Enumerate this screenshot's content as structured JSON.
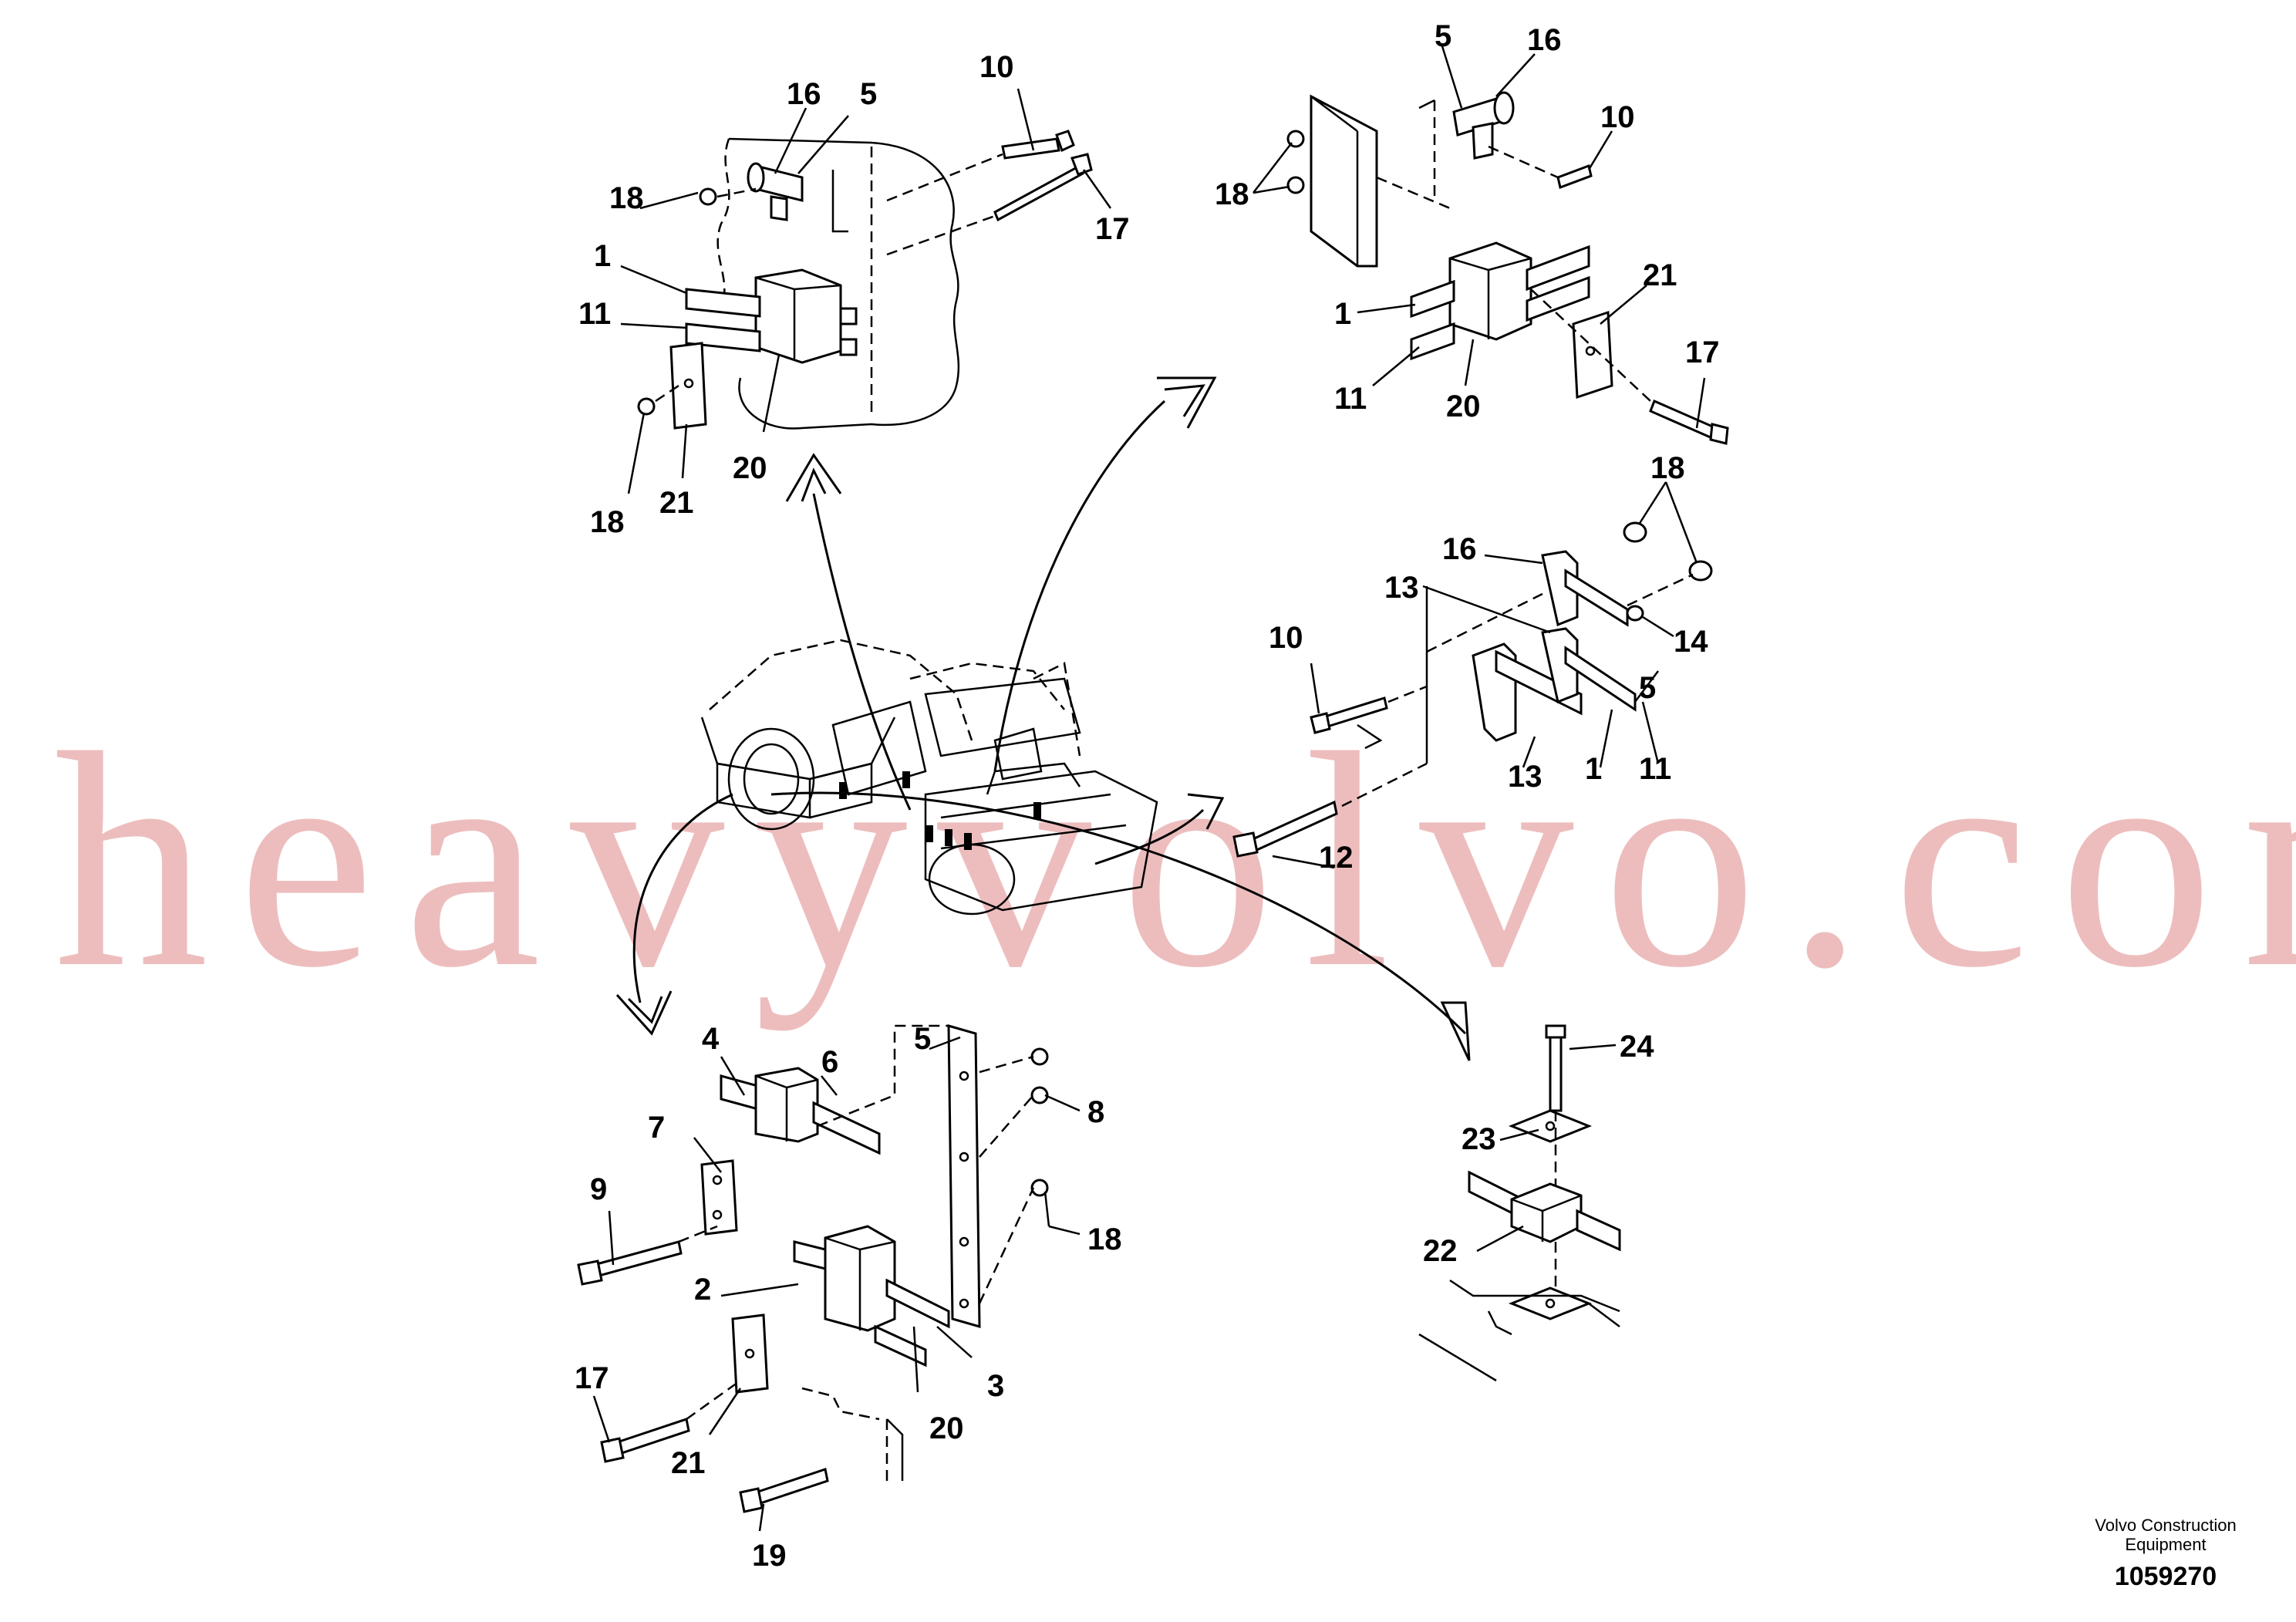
{
  "watermark": "heavyvolvo.com",
  "brand": {
    "line1": "Volvo Construction",
    "line2": "Equipment"
  },
  "document_number": "1059270",
  "callouts": {
    "tl": [
      "16",
      "5",
      "10",
      "18",
      "17",
      "1",
      "11",
      "20",
      "18",
      "21"
    ],
    "tr": [
      "5",
      "16",
      "10",
      "18",
      "21",
      "1",
      "17",
      "11",
      "20"
    ],
    "mr": [
      "18",
      "16",
      "13",
      "14",
      "10",
      "5",
      "13",
      "1",
      "11",
      "12"
    ],
    "bl": [
      "4",
      "6",
      "5",
      "7",
      "9",
      "8",
      "2",
      "18",
      "17",
      "3",
      "21",
      "20",
      "19"
    ],
    "br": [
      "24",
      "23",
      "22"
    ]
  }
}
